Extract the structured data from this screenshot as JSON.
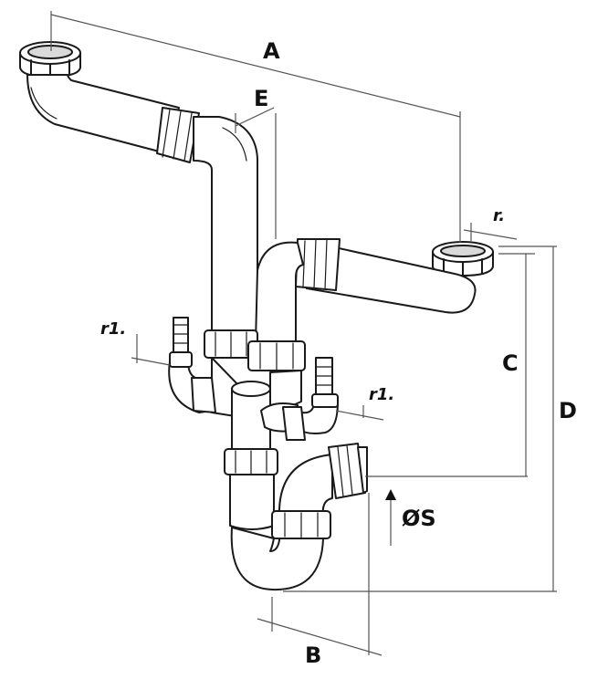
{
  "labels": {
    "A": "A",
    "B": "B",
    "C": "C",
    "D": "D",
    "E": "E",
    "r": "r.",
    "r1_left": "r1.",
    "r1_right": "r1.",
    "diameter": "ØS"
  },
  "colors": {
    "pipe_fill": "#ffffff",
    "stroke": "#1a1a1a",
    "dim_line": "#555555"
  }
}
